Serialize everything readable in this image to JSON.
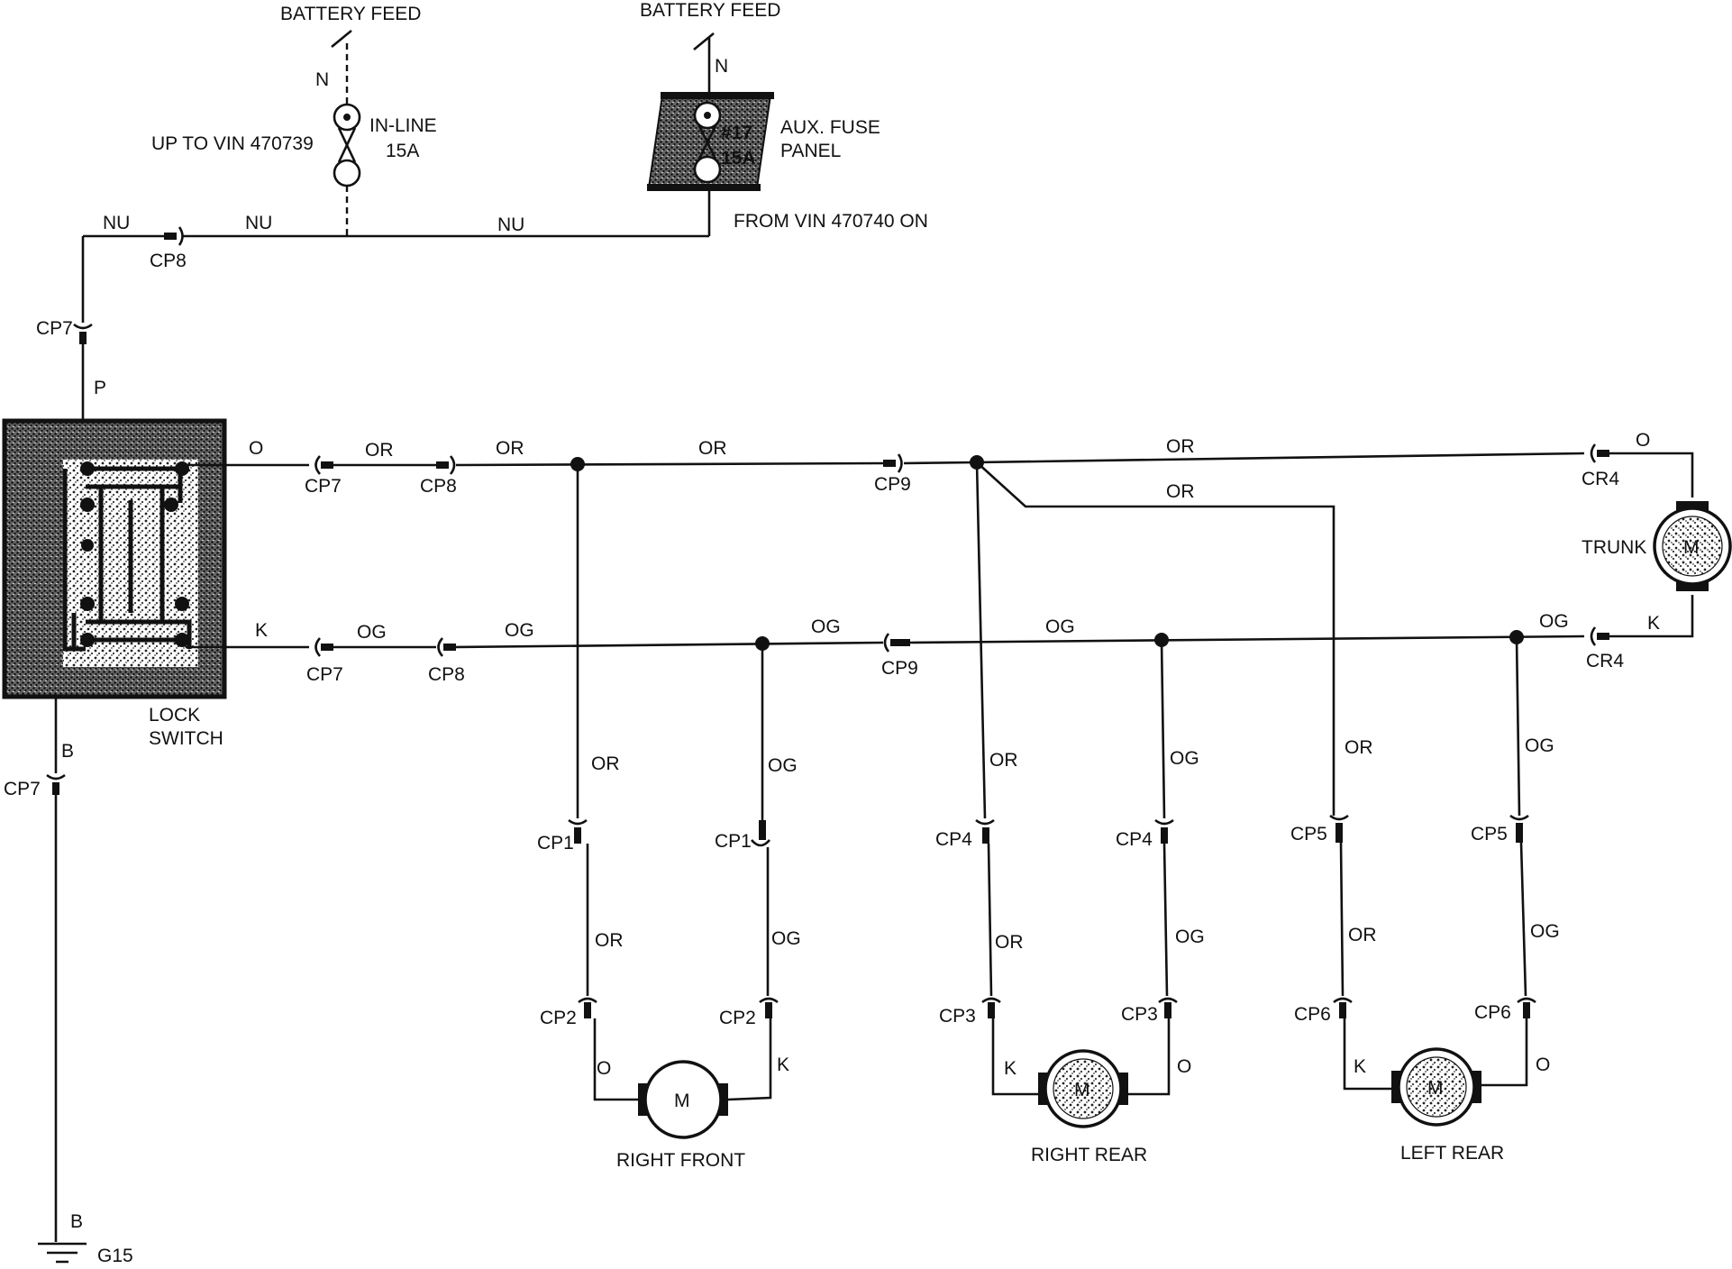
{
  "feeds": {
    "battery_feed_left": "BATTERY FEED",
    "battery_feed_right": "BATTERY FEED",
    "n_left": "N",
    "n_right": "N"
  },
  "fuses": {
    "inline_line1": "IN-LINE",
    "inline_line2": "15A",
    "inline_vin": "UP TO VIN 470739",
    "aux_num": "#17",
    "aux_amp": "15A",
    "aux_label_line1": "AUX. FUSE",
    "aux_label_line2": "PANEL",
    "aux_vin": "FROM VIN 470740 ON"
  },
  "wires": {
    "nu": "NU",
    "p": "P",
    "o": "O",
    "or": "OR",
    "k": "K",
    "og": "OG",
    "b": "B"
  },
  "connectors": {
    "cp1": "CP1",
    "cp2": "CP2",
    "cp3": "CP3",
    "cp4": "CP4",
    "cp5": "CP5",
    "cp6": "CP6",
    "cp7": "CP7",
    "cp8": "CP8",
    "cp9": "CP9",
    "cr4": "CR4"
  },
  "components": {
    "lock_switch_line1": "LOCK",
    "lock_switch_line2": "SWITCH",
    "motor_symbol": "M",
    "trunk": "TRUNK",
    "right_front": "RIGHT FRONT",
    "right_rear": "RIGHT REAR",
    "left_rear": "LEFT REAR",
    "ground": "G15"
  }
}
